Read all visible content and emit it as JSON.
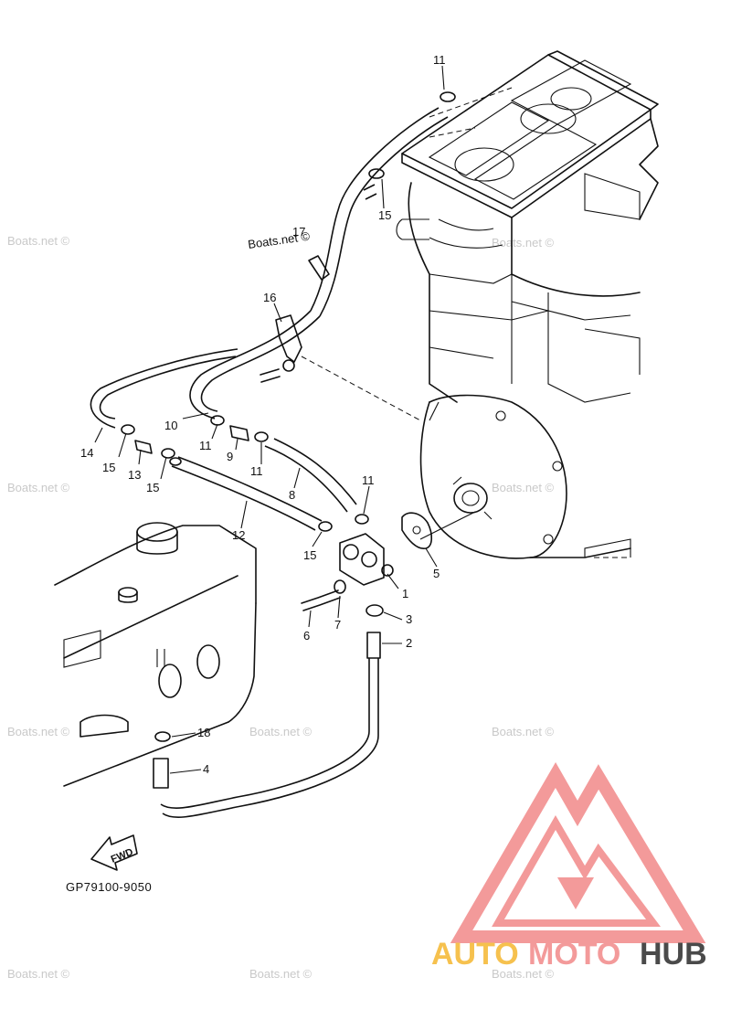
{
  "diagram": {
    "part_code": "GP79100-9050",
    "fwd_label": "FWD",
    "watermark_text": "Boats.net ©",
    "callouts": [
      {
        "id": "c1",
        "label": "1"
      },
      {
        "id": "c2",
        "label": "2"
      },
      {
        "id": "c3",
        "label": "3"
      },
      {
        "id": "c4",
        "label": "4"
      },
      {
        "id": "c5",
        "label": "5"
      },
      {
        "id": "c6",
        "label": "6"
      },
      {
        "id": "c7",
        "label": "7"
      },
      {
        "id": "c8",
        "label": "8"
      },
      {
        "id": "c9",
        "label": "9"
      },
      {
        "id": "c10",
        "label": "10"
      },
      {
        "id": "c11a",
        "label": "11"
      },
      {
        "id": "c11b",
        "label": "11"
      },
      {
        "id": "c11c",
        "label": "11"
      },
      {
        "id": "c11d",
        "label": "11"
      },
      {
        "id": "c12",
        "label": "12"
      },
      {
        "id": "c13",
        "label": "13"
      },
      {
        "id": "c14",
        "label": "14"
      },
      {
        "id": "c15a",
        "label": "15"
      },
      {
        "id": "c15b",
        "label": "15"
      },
      {
        "id": "c15c",
        "label": "15"
      },
      {
        "id": "c15d",
        "label": "15"
      },
      {
        "id": "c16",
        "label": "16"
      },
      {
        "id": "c17",
        "label": "17"
      },
      {
        "id": "c18",
        "label": "18"
      }
    ]
  },
  "logo": {
    "part1": "AUTO",
    "part2": "MOTO",
    "part3": "HUB",
    "color_yellow": "#f6c14e",
    "color_pink": "#f39a9a",
    "color_gray": "#4a4a4a"
  }
}
